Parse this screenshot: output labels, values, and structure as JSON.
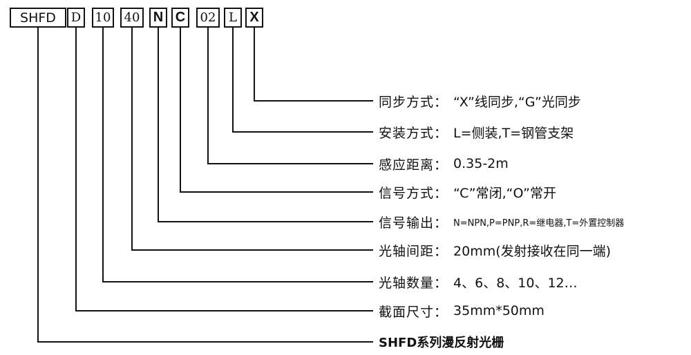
{
  "code_segments": [
    {
      "text": "SHFD",
      "style": "plain"
    },
    {
      "text": "D",
      "style": "serif"
    },
    {
      "text": "10",
      "style": "serif"
    },
    {
      "text": "40",
      "style": "serif"
    },
    {
      "text": "N",
      "style": "bold"
    },
    {
      "text": "C",
      "style": "bold"
    },
    {
      "text": "02",
      "style": "serif"
    },
    {
      "text": "L",
      "style": "serif"
    },
    {
      "text": "X",
      "style": "bold"
    }
  ],
  "rows": [
    {
      "label": "同步方式：",
      "value": "“X”线同步,“G”光同步"
    },
    {
      "label": "安装方式：",
      "value": "L=侧装,T=钢管支架"
    },
    {
      "label": "感应距离：",
      "value": "0.35-2m"
    },
    {
      "label": "信号方式：",
      "value": "“C”常闭,“O”常开"
    },
    {
      "label": "信号输出：",
      "value": "N=NPN,P=PNP,R=继电器,T=外置控制器"
    },
    {
      "label": "光轴间距：",
      "value": "20mm(发射接收在同一端)"
    },
    {
      "label": "光轴数量：",
      "value": "4、6、8、10、12…"
    },
    {
      "label": "截面尺寸：",
      "value": "35mm*50mm"
    }
  ],
  "series_name": "SHFD系列漫反射光栅",
  "colors": {
    "line": "#111111",
    "background": "#ffffff"
  }
}
